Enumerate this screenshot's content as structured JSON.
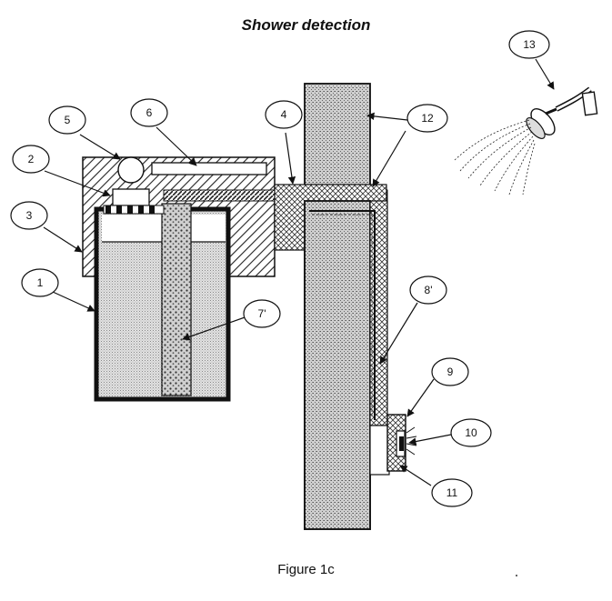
{
  "figure": {
    "title": "Shower detection",
    "caption": "Figure 1c"
  },
  "callouts": {
    "c1": "1",
    "c2": "2",
    "c3": "3",
    "c4": "4",
    "c5": "5",
    "c6": "6",
    "c7": "7'",
    "c8": "8'",
    "c9": "9",
    "c10": "10",
    "c11": "11",
    "c12": "12",
    "c13": "13"
  }
}
